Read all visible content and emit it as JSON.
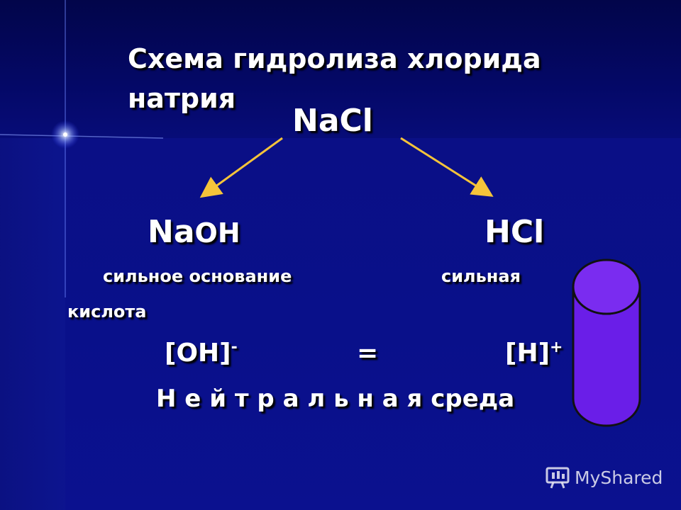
{
  "title": "Схема гидролиза хлорида натрия",
  "salt": "NaCl",
  "base": {
    "formula_a": "Na",
    "formula_b": "OH",
    "label": "сильное основание"
  },
  "acid": {
    "formula": "HCl",
    "label_a": "сильная",
    "label_b": "кислота"
  },
  "equation": {
    "left": "[OH]",
    "left_sup": "-",
    "sign": "=",
    "right": "[H]",
    "right_sup": "+"
  },
  "medium": {
    "spaced": "Н е й т р а л ь н а я",
    "word": "среда"
  },
  "watermark": "MyShared",
  "colors": {
    "arrow": "#f5c43a",
    "cylinder": "#6a1ee8",
    "background": "#0a0f86"
  }
}
